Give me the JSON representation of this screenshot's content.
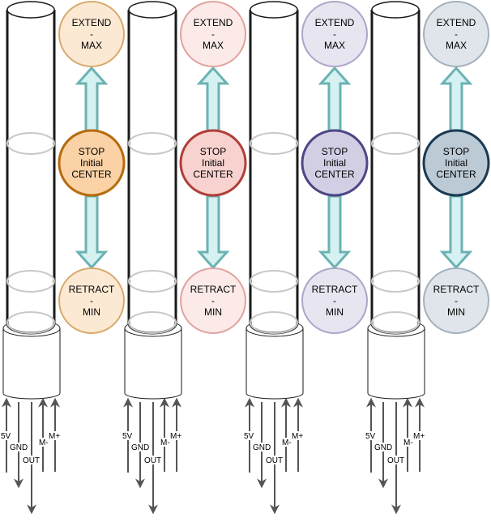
{
  "labels": {
    "extend": [
      "EXTEND",
      "-",
      "MAX"
    ],
    "stop": [
      "STOP",
      "Initial",
      "CENTER"
    ],
    "retract": [
      "RETRACT",
      "-",
      "MIN"
    ]
  },
  "pins": [
    {
      "label": "5V",
      "direction": "up"
    },
    {
      "label": "GND",
      "direction": "down"
    },
    {
      "label": "OUT",
      "direction": "down"
    },
    {
      "label": "M-",
      "direction": "up"
    },
    {
      "label": "M+",
      "direction": "up"
    }
  ],
  "actuators": [
    {
      "id": "orange",
      "end_fill": "#fce9d3",
      "end_stroke": "#d7aa6c",
      "center_fill": "#fad2a5",
      "center_stroke": "#b66b0c"
    },
    {
      "id": "red",
      "end_fill": "#fbeae8",
      "end_stroke": "#e0a39e",
      "center_fill": "#f8d2cf",
      "center_stroke": "#b03f3a"
    },
    {
      "id": "purple",
      "end_fill": "#e6e5f0",
      "end_stroke": "#aca6c9",
      "center_fill": "#d2cfe5",
      "center_stroke": "#4e4785"
    },
    {
      "id": "slate",
      "end_fill": "#dfe5ea",
      "end_stroke": "#a3b1bd",
      "center_fill": "#bccad5",
      "center_stroke": "#1b3a52"
    }
  ],
  "colors": {
    "arrow_fill": "#d5f1f1",
    "arrow_stroke": "#6cb2b2",
    "tube_stroke": "#1a1a1a",
    "ghost_stroke": "#c8c8c8",
    "wire": "#555555"
  }
}
